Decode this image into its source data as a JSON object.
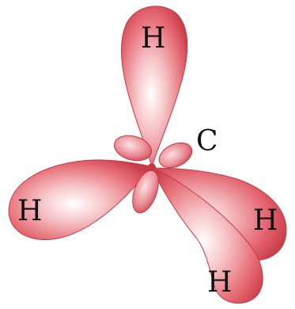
{
  "labels": {
    "central_atom": "C",
    "h_top": "H",
    "h_left": "H",
    "h_right": "H",
    "h_bottom": "H"
  },
  "colors": {
    "lobe_light": "#ffffff",
    "lobe_mid": "#f2a0a4",
    "lobe_dark": "#d84a55",
    "lobe_edge": "#c23a46",
    "text": "#111111",
    "background": "#ffffff"
  }
}
